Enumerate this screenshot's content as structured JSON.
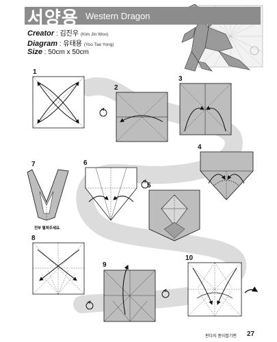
{
  "header": {
    "title_ko": "서양용",
    "title_en": "Western Dragon"
  },
  "meta": {
    "creator_label": "Creator",
    "creator_value": "김진우",
    "creator_sub": "(Kim Jin Woo)",
    "diagram_label": "Diagram",
    "diagram_value": "유태용",
    "diagram_sub": "(Yoo Tae Yong)",
    "size_label": "Size",
    "size_value": "50cm x 50cm"
  },
  "steps": [
    {
      "number": "1"
    },
    {
      "number": "2"
    },
    {
      "number": "3"
    },
    {
      "number": "4"
    },
    {
      "number": "5"
    },
    {
      "number": "6"
    },
    {
      "number": "7",
      "note": "전부 펼쳐주세요."
    },
    {
      "number": "8"
    },
    {
      "number": "9"
    },
    {
      "number": "10"
    }
  ],
  "footer": {
    "book_title": "판다지 종이접기랜",
    "page_number": "27"
  },
  "colors": {
    "header_band": "#8c8c8c",
    "path_band": "#dcdcdc",
    "paper_colored": "#bdbdbd",
    "paper_white": "#ffffff",
    "ink": "#1a1a1a"
  }
}
